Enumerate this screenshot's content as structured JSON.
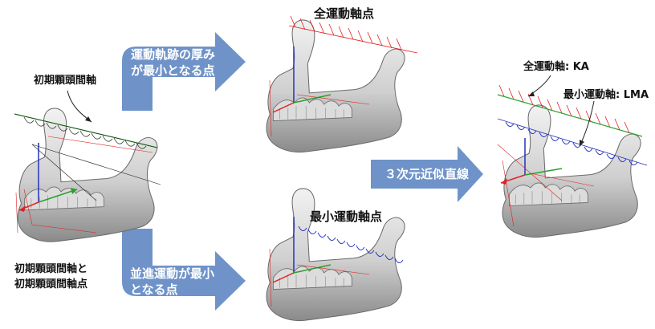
{
  "labels": {
    "initial_axis": "初期顆頭間軸",
    "initial_axis_point_1": "初期顆頭間軸と",
    "initial_axis_point_2": "初期顆頭間軸点",
    "full_motion_point": "全運動軸点",
    "min_motion_point": "最小運動軸点",
    "ka": "全運動軸: KA",
    "lma": "最小運動軸: LMA"
  },
  "arrows": {
    "top_line1": "運動軌跡の厚み",
    "top_line2": "が最小となる点",
    "bottom_line1": "並進運動が最小",
    "bottom_line2": "となる点",
    "right": "３次元近似直線"
  },
  "colors": {
    "arrow_blue": "#6f93c9",
    "bone_light": "#e9e9e9",
    "bone_mid": "#bdbdbd",
    "bone_dark": "#7a7a7a",
    "axis_red": "#e02020",
    "axis_blue": "#2233bb",
    "axis_green": "#2aa02a",
    "axis_black": "#222222"
  }
}
